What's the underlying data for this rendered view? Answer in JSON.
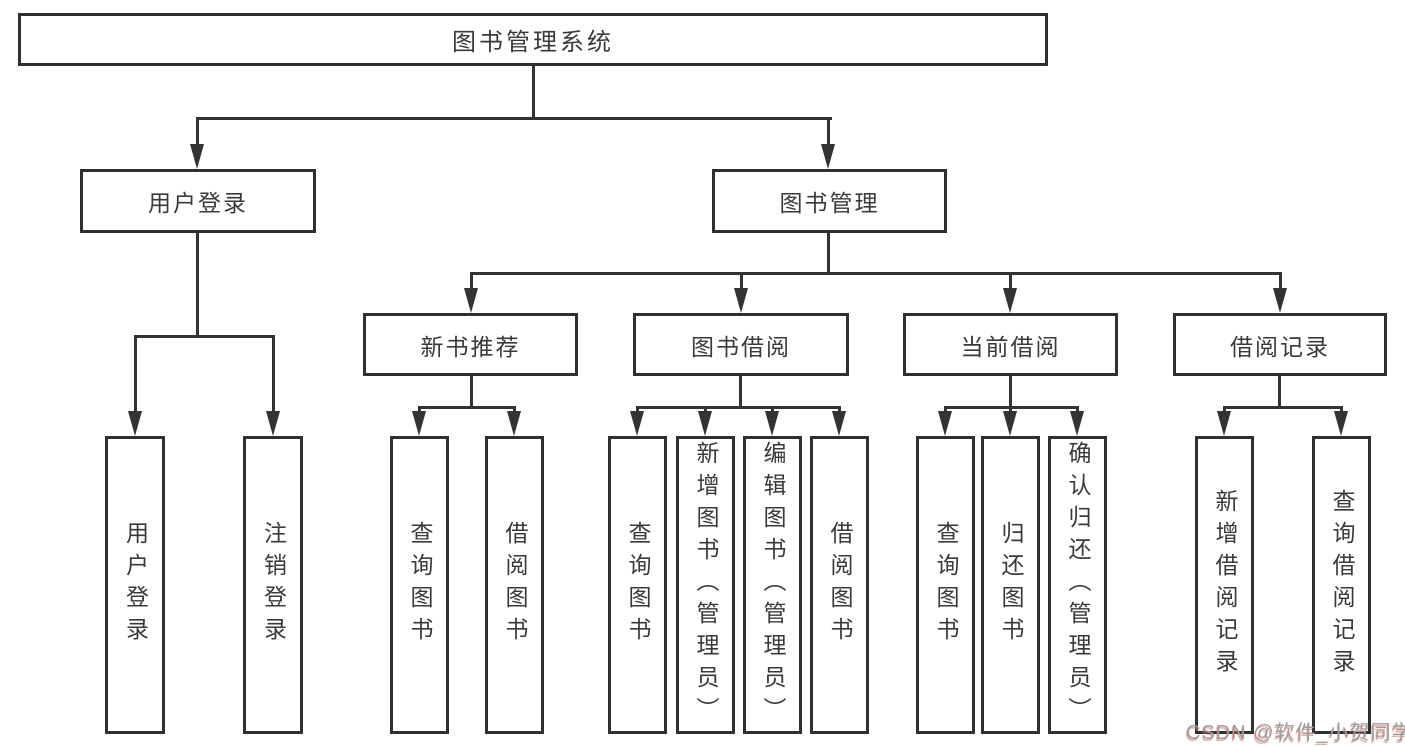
{
  "tree": {
    "root": "图书管理系统",
    "l2": [
      "用户登录",
      "图书管理"
    ],
    "l3": [
      "新书推荐",
      "图书借阅",
      "当前借阅",
      "借阅记录"
    ],
    "l4": {
      "login": [
        "用户登录",
        "注销登录"
      ],
      "recommend": [
        "查询图书",
        "借阅图书"
      ],
      "borrow": [
        "查询图书",
        "新增图书（管理员）",
        "编辑图书（管理员）",
        "借阅图书"
      ],
      "current": [
        "查询图书",
        "归还图书",
        "确认归还（管理员）"
      ],
      "records": [
        "新增借阅记录",
        "查询借阅记录"
      ]
    }
  },
  "watermark": {
    "text": "CSDN @软件_小贺同学"
  },
  "colors": {
    "background": "#ffffff",
    "line": "#333333",
    "box_border": "#303030",
    "text": "#3a3a3a",
    "watermark_gray": "#9c9c9c",
    "watermark_red_shadow": "#d16a57"
  }
}
